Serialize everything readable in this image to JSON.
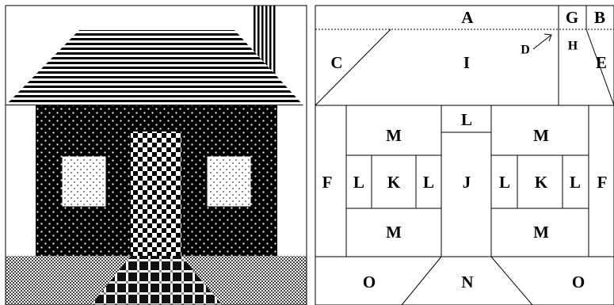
{
  "diagram": {
    "labels": {
      "A": "A",
      "B": "B",
      "C": "C",
      "D": "D",
      "E": "E",
      "G": "G",
      "H": "H",
      "I": "I",
      "L_top": "L",
      "M_tl": "M",
      "M_tr": "M",
      "F_left": "F",
      "F_right": "F",
      "L_l1": "L",
      "K_left": "K",
      "L_l2": "L",
      "J": "J",
      "L_r1": "L",
      "K_right": "K",
      "L_r2": "L",
      "M_bl": "M",
      "M_br": "M",
      "O_left": "O",
      "N": "N",
      "O_right": "O"
    },
    "colors": {
      "fabric_dark": "#000000",
      "fabric_light": "#ffffff",
      "line": "#000000"
    }
  }
}
